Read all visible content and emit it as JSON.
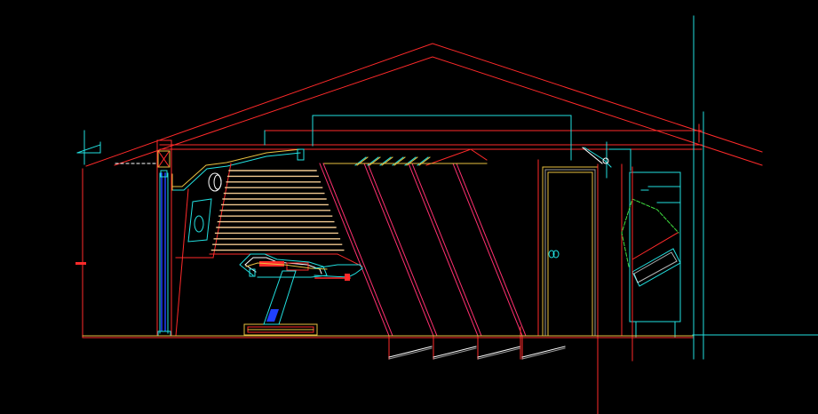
{
  "canvas": {
    "background": "#000000"
  },
  "colors": {
    "roof": "#ff2a2a",
    "structure": "#ff2a2a",
    "cyan": "#22e0e0",
    "yellow": "#e8c040",
    "wood": "#f0c890",
    "blue": "#2040ff",
    "green": "#40e040",
    "white": "#ffffff",
    "magenta": "#ff3070"
  },
  "drawing": {
    "view": "section-elevation",
    "elements": [
      "roof-outline",
      "ceiling-slab",
      "left-wall-column",
      "acoustic-wall-slats",
      "angled-panels",
      "door",
      "dental-chair",
      "equipment-cabinet",
      "floor-line",
      "grid-axes"
    ]
  }
}
